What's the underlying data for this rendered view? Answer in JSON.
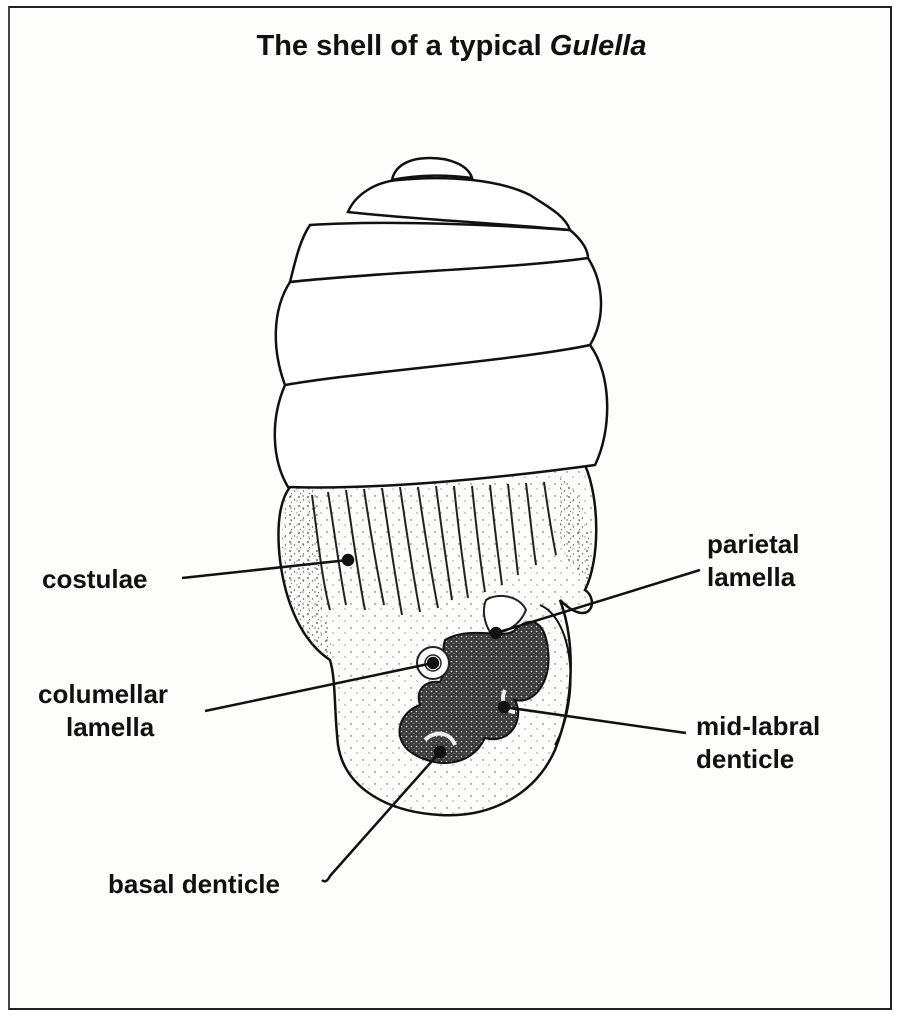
{
  "title": {
    "prefix": "The shell of a typical ",
    "genus": "Gulella"
  },
  "labels": {
    "costulae": "costulae",
    "parietal_line1": "parietal",
    "parietal_line2": "lamella",
    "columellar_line1": "columellar",
    "columellar_line2": "lamella",
    "midlabral_line1": "mid-labral",
    "midlabral_line2": "denticle",
    "basal": "basal denticle"
  }
}
